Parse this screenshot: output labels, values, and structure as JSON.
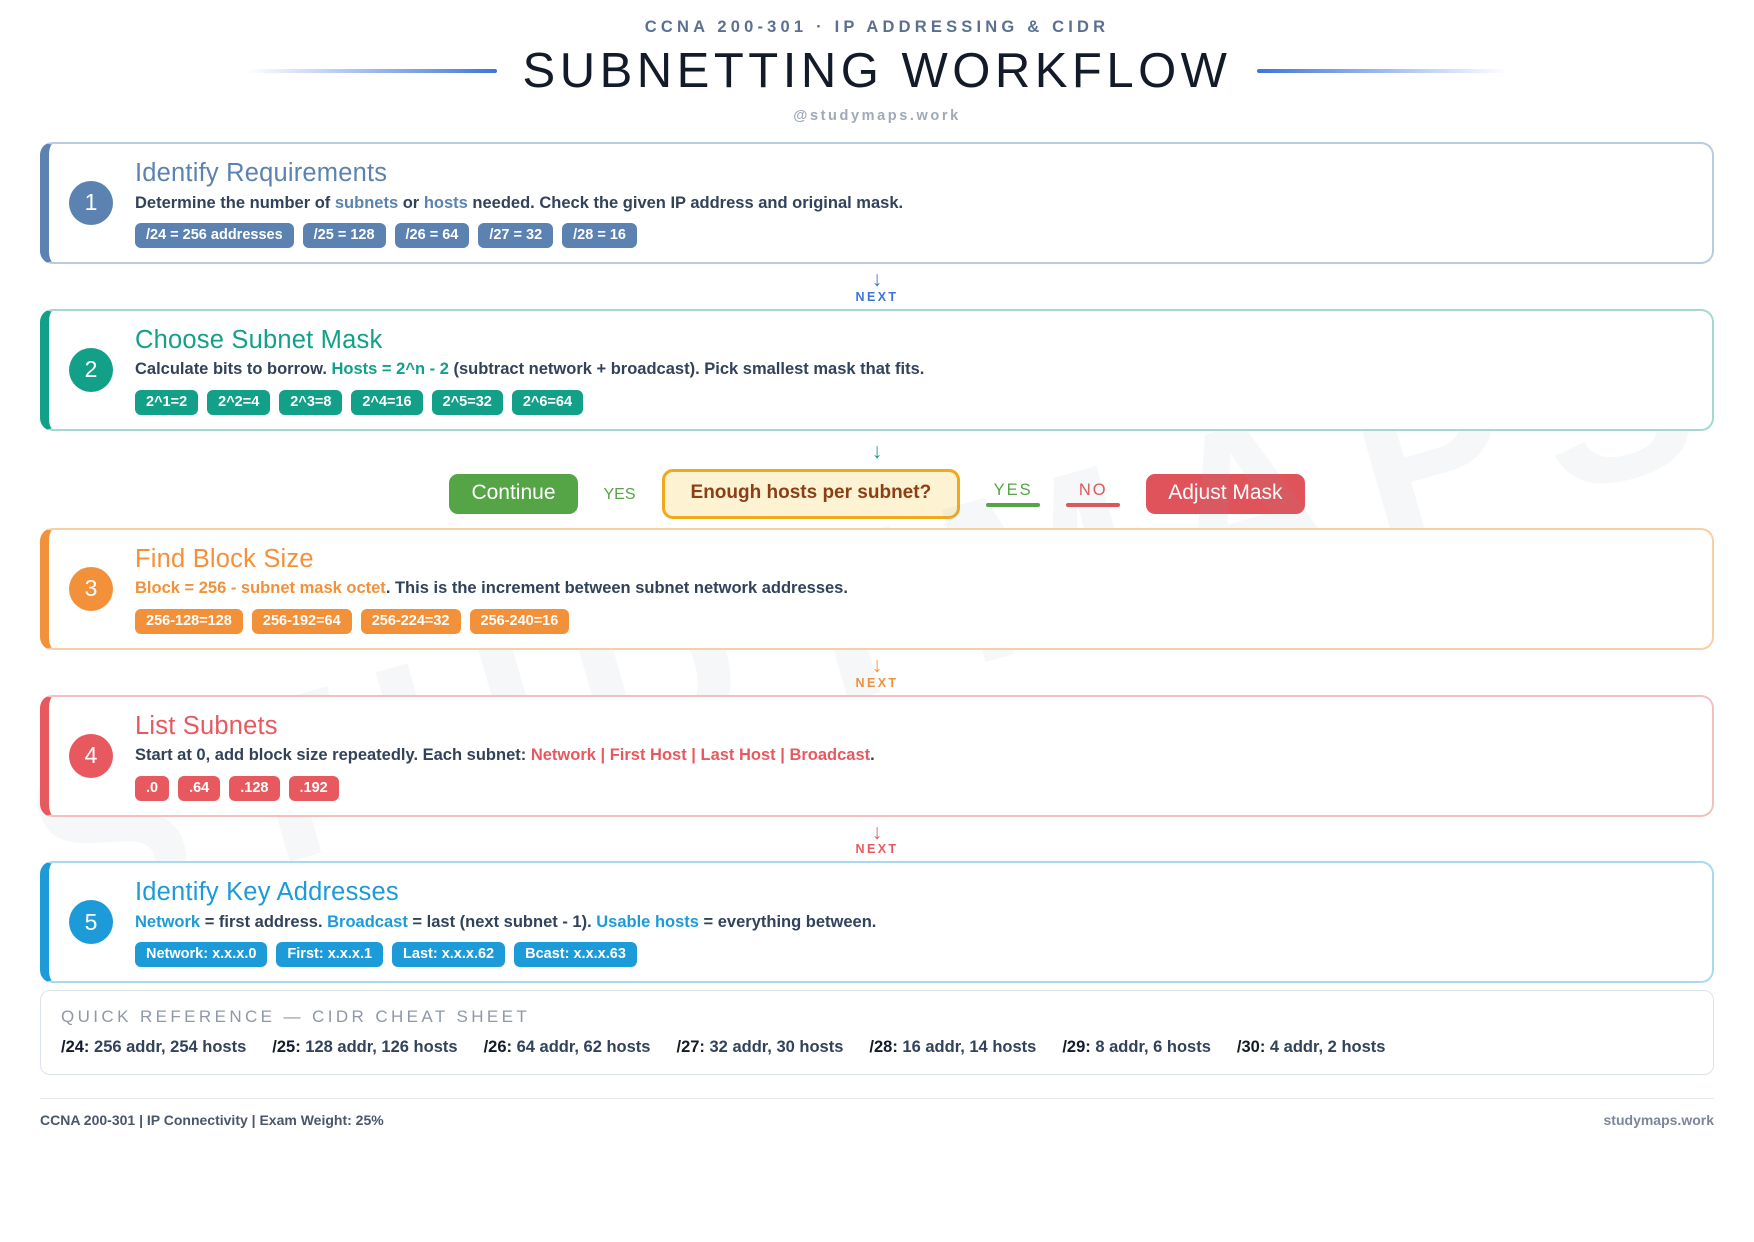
{
  "header": {
    "kicker": "CCNA 200-301 · IP ADDRESSING & CIDR",
    "title": "SUBNETTING WORKFLOW",
    "handle": "@studymaps.work",
    "watermark": "STUDYMAPS"
  },
  "steps": [
    {
      "number": "1",
      "title": "Identify Requirements",
      "desc_parts": [
        {
          "text": "Determine the number of ",
          "highlight": false
        },
        {
          "text": "subnets",
          "highlight": true
        },
        {
          "text": " or ",
          "highlight": false
        },
        {
          "text": "hosts",
          "highlight": true
        },
        {
          "text": " needed. Check the given IP address and original mask.",
          "highlight": false
        }
      ],
      "chips": [
        "/24 = 256 addresses",
        "/25 = 128",
        "/26 = 64",
        "/27 = 32",
        "/28 = 16"
      ],
      "accent": "#5b82b0",
      "accent_border": "#b8cbe0"
    },
    {
      "number": "2",
      "title": "Choose Subnet Mask",
      "desc_parts": [
        {
          "text": "Calculate bits to borrow. ",
          "highlight": false
        },
        {
          "text": "Hosts = 2^n - 2",
          "highlight": true
        },
        {
          "text": " (subtract network + broadcast). Pick smallest mask that fits.",
          "highlight": false
        }
      ],
      "chips": [
        "2^1=2",
        "2^2=4",
        "2^3=8",
        "2^4=16",
        "2^5=32",
        "2^6=64"
      ],
      "accent": "#12a188",
      "accent_border": "#a5d9cf"
    },
    {
      "number": "3",
      "title": "Find Block Size",
      "desc_parts": [
        {
          "text": "Block = 256 - subnet mask octet",
          "highlight": true
        },
        {
          "text": ". This is the increment between subnet network addresses.",
          "highlight": false
        }
      ],
      "chips": [
        "256-128=128",
        "256-192=64",
        "256-224=32",
        "256-240=16"
      ],
      "accent": "#f2913a",
      "accent_border": "#f8cfa4"
    },
    {
      "number": "4",
      "title": "List Subnets",
      "desc_parts": [
        {
          "text": "Start at 0, add block size repeatedly. Each subnet: ",
          "highlight": false
        },
        {
          "text": "Network | First Host | Last Host | Broadcast",
          "highlight": true
        },
        {
          "text": ".",
          "highlight": false
        }
      ],
      "chips": [
        ".0",
        ".64",
        ".128",
        ".192"
      ],
      "accent": "#e8595f",
      "accent_border": "#f3bfc1"
    },
    {
      "number": "5",
      "title": "Identify Key Addresses",
      "desc_parts": [
        {
          "text": "Network",
          "highlight": true
        },
        {
          "text": " = first address. ",
          "highlight": false
        },
        {
          "text": "Broadcast",
          "highlight": true
        },
        {
          "text": " = last (next subnet - 1). ",
          "highlight": false
        },
        {
          "text": "Usable hosts",
          "highlight": true
        },
        {
          "text": " = everything between.",
          "highlight": false
        }
      ],
      "chips": [
        "Network: x.x.x.0",
        "First: x.x.x.1",
        "Last: x.x.x.62",
        "Bcast: x.x.x.63"
      ],
      "accent": "#1d9bd8",
      "accent_border": "#a9d9f0"
    }
  ],
  "connectors": [
    {
      "label": "NEXT",
      "arrow": "↓",
      "color": "#3f74dd"
    },
    {
      "label": "NEXT",
      "arrow": "↓",
      "color": "#f2913a"
    },
    {
      "label": "NEXT",
      "arrow": "↓",
      "color": "#e8595f"
    }
  ],
  "decision": {
    "arrow": "↓",
    "arrow_color": "#12a188",
    "continue_label": "Continue",
    "yes_left_label": "YES",
    "question": "Enough hosts per subnet?",
    "yes_right_label": "YES",
    "no_label": "NO",
    "adjust_label": "Adjust Mask"
  },
  "quickref": {
    "title": "QUICK REFERENCE — CIDR CHEAT SHEET",
    "items": [
      {
        "cidr": "/24:",
        "text": "256 addr, 254 hosts"
      },
      {
        "cidr": "/25:",
        "text": "128 addr, 126 hosts"
      },
      {
        "cidr": "/26:",
        "text": "64 addr, 62 hosts"
      },
      {
        "cidr": "/27:",
        "text": "32 addr, 30 hosts"
      },
      {
        "cidr": "/28:",
        "text": "16 addr, 14 hosts"
      },
      {
        "cidr": "/29:",
        "text": "8 addr, 6 hosts"
      },
      {
        "cidr": "/30:",
        "text": "4 addr, 2 hosts"
      }
    ]
  },
  "footer": {
    "left": "CCNA 200-301 | IP Connectivity | Exam Weight: 25%",
    "right": "studymaps.work"
  }
}
